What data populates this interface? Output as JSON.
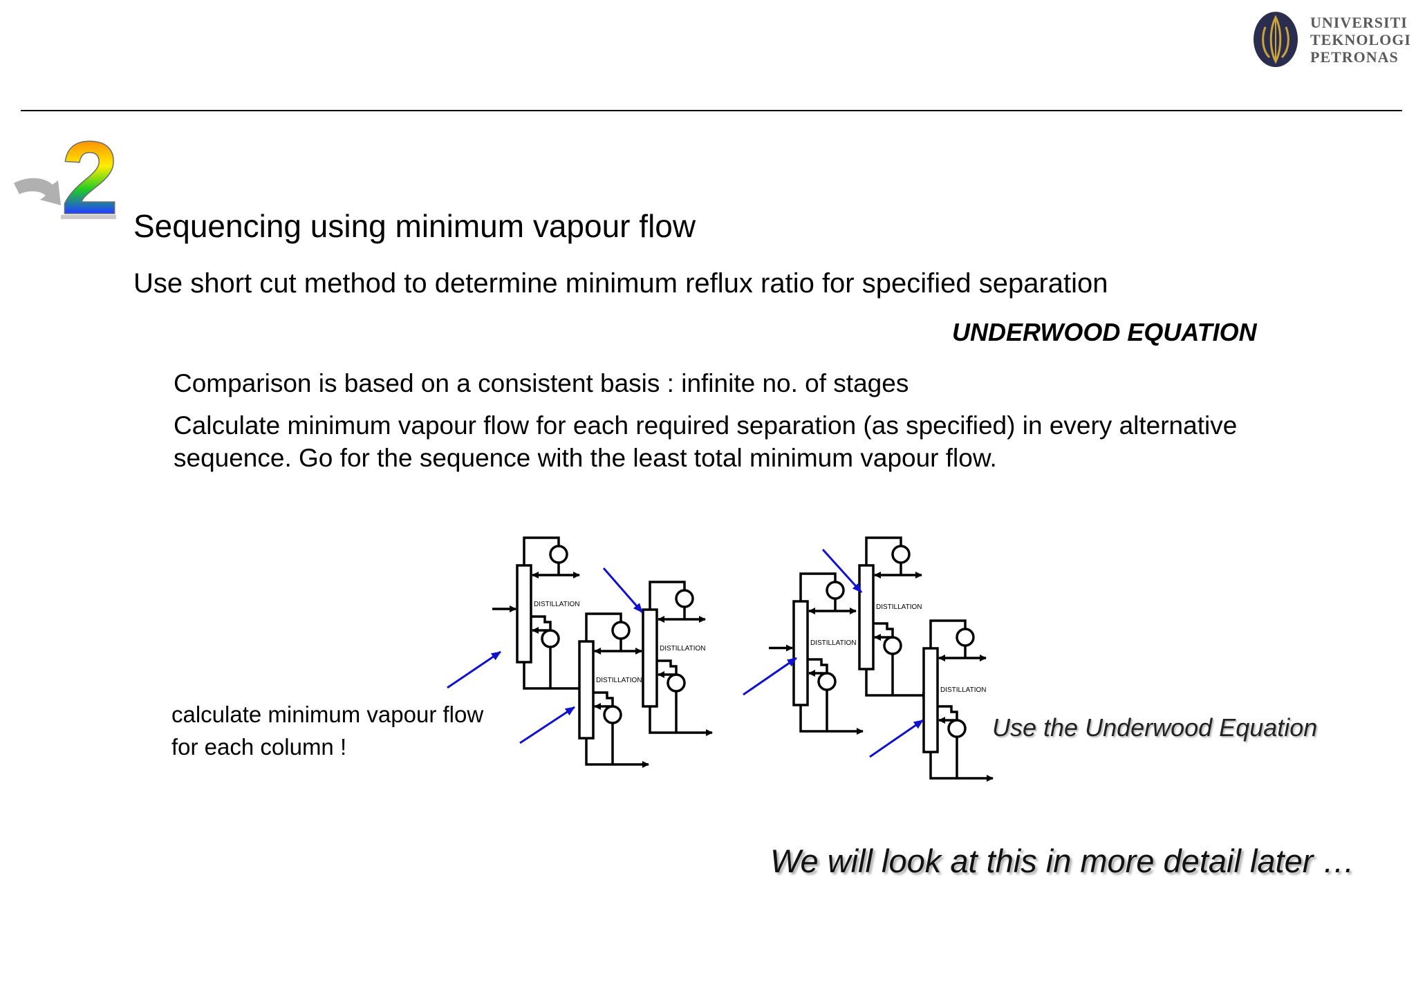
{
  "logo": {
    "lines": [
      "UNIVERSITI",
      "TEKNOLOGI",
      "PETRONAS"
    ],
    "colors": {
      "crest_bg": "#2b2d4f",
      "crest_gold": "#c9a53a",
      "text": "#5a5a5a"
    }
  },
  "section_number": "2",
  "title": "Sequencing using minimum vapour flow",
  "subtitle": "Use short cut method to determine minimum reflux ratio for specified separation",
  "equation_label": "UNDERWOOD EQUATION",
  "points": [
    "Comparison is based on a consistent basis : infinite no. of stages",
    "Calculate minimum vapour flow for each required separation (as specified) in every alternative sequence. Go for the sequence with the least total minimum vapour flow."
  ],
  "callout_left": [
    "calculate minimum vapour flow",
    "for each column !"
  ],
  "callout_right": "Use the Underwood Equation",
  "closing": "We will look at this in more detail later …",
  "column_label": "DISTILLATION",
  "colors": {
    "arrow": "#1010d0",
    "line": "#000000"
  }
}
